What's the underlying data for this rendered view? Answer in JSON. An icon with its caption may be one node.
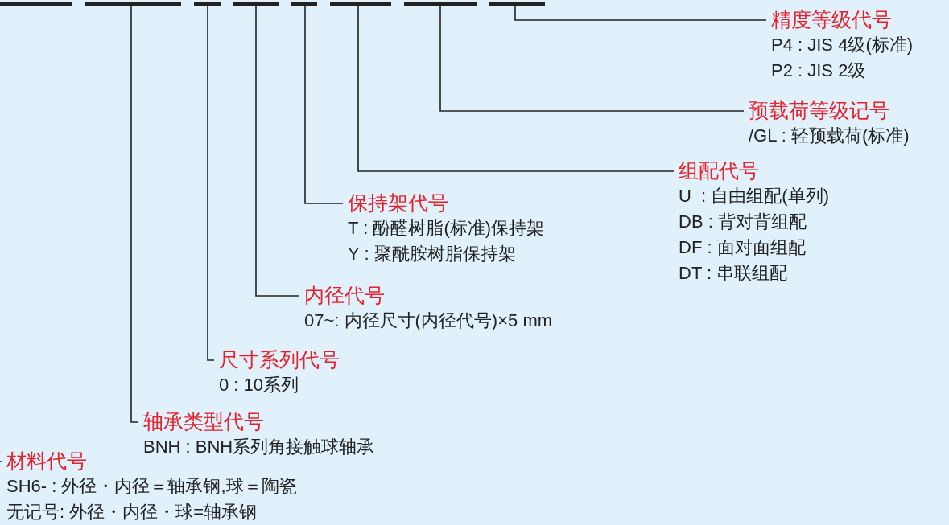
{
  "diagram": {
    "nodes": [
      {
        "text": [],
        "shape": "bar"
      },
      {
        "text": [],
        "shape": "bar"
      },
      {
        "text": [],
        "shape": "bar"
      },
      {
        "text": [],
        "shape": "bar"
      },
      {
        "text": [],
        "shape": "bar"
      },
      {
        "text": [],
        "shape": "bar"
      },
      {
        "text": [],
        "shape": "bar"
      },
      {
        "text": [],
        "shape": "bar"
      },
      {
        "text": [
          "精度等级代号",
          "P4 : JIS 4级(标准)",
          "P2 : JIS 2级"
        ]
      },
      {
        "text": [
          "预载荷等级记号",
          "/GL : 轻预载荷(标准)"
        ]
      },
      {
        "text": [
          "组配代号",
          "U  : 自由组配(单列)",
          "DB : 背对背组配",
          "DF : 面对面组配",
          "DT : 串联组配"
        ]
      },
      {
        "text": [
          "保持架代号",
          "T : 酚醛树脂(标准)保持架",
          "Y : 聚酰胺树脂保持架"
        ]
      },
      {
        "text": [
          "内径代号",
          "07~: 内径尺寸(内径代号)×5 mm"
        ]
      },
      {
        "text": [
          "尺寸系列代号",
          "0 : 10系列"
        ]
      },
      {
        "text": [
          "轴承类型代号",
          "BNH : BNH系列角接触球轴承"
        ]
      },
      {
        "text": [
          "材料代号",
          "SH6- : 外径・内径＝轴承钢,球＝陶瓷",
          "无记号: 外径・内径・球=轴承钢"
        ]
      }
    ],
    "edges": [
      {
        "from": 7,
        "to": 8,
        "arrow": "none"
      },
      {
        "from": 6,
        "to": 9,
        "arrow": "none"
      },
      {
        "from": 5,
        "to": 10,
        "arrow": "none"
      },
      {
        "from": 4,
        "to": 11,
        "arrow": "none"
      },
      {
        "from": 3,
        "to": 12,
        "arrow": "none"
      },
      {
        "from": 2,
        "to": 13,
        "arrow": "none"
      },
      {
        "from": 1,
        "to": 14,
        "arrow": "none"
      },
      {
        "from": 0,
        "to": 15,
        "arrow": "none"
      }
    ]
  }
}
